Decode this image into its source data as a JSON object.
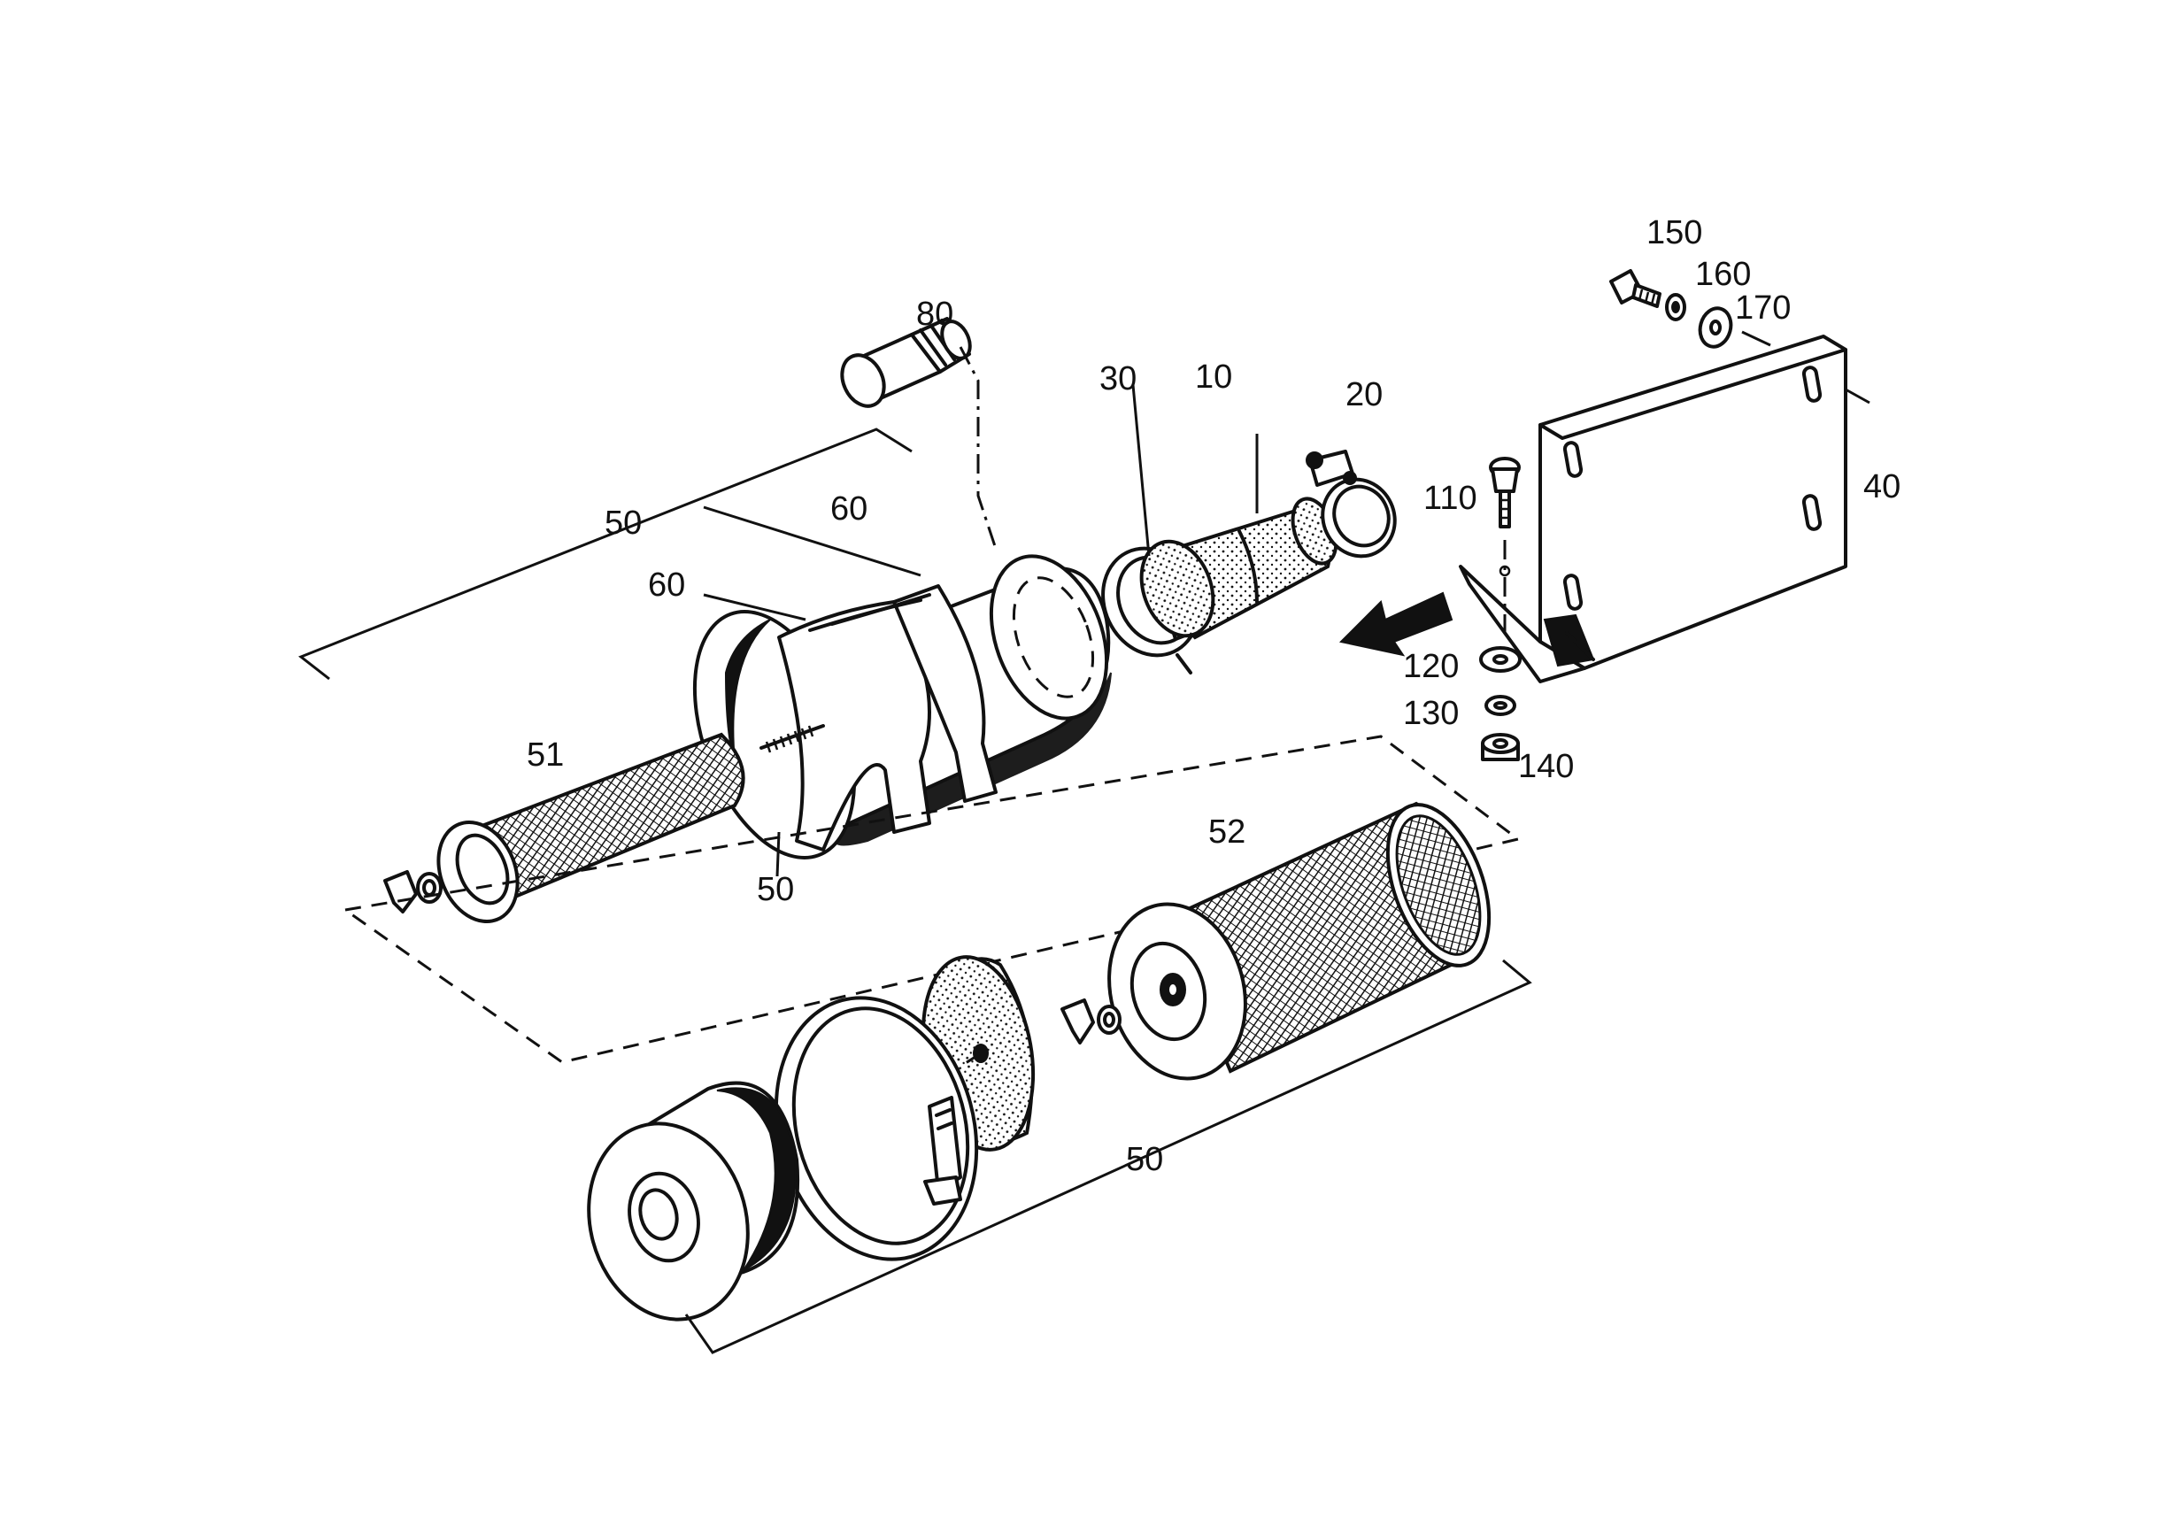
{
  "callouts": {
    "c150": "150",
    "c160": "160",
    "c170": "170",
    "c80": "80",
    "c30": "30",
    "c10": "10",
    "c20": "20",
    "c110": "110",
    "c40": "40",
    "c50_top": "50",
    "c60_a": "60",
    "c60_b": "60",
    "c51": "51",
    "c50_mid": "50",
    "c120": "120",
    "c130": "130",
    "c140": "140",
    "c52": "52",
    "c50_bottom": "50"
  },
  "icons": [
    "arrow-icon"
  ]
}
